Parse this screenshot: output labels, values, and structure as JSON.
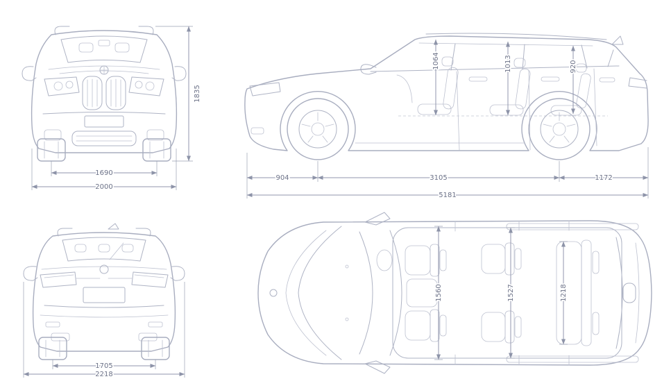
{
  "colors": {
    "body_line": "#a8adbf",
    "dimension_line": "#9096ac",
    "dimension_text": "#6b7187",
    "background": "#ffffff"
  },
  "views": {
    "front": {
      "dims": {
        "overall_height": "1835",
        "front_track": "1690",
        "overall_width": "2000"
      }
    },
    "side": {
      "dims": {
        "front_headroom": "1064",
        "middle_headroom": "1013",
        "rear_headroom": "920",
        "front_overhang": "904",
        "wheelbase": "3105",
        "rear_overhang": "1172",
        "overall_length": "5181"
      }
    },
    "rear": {
      "dims": {
        "rear_track": "1705",
        "width_incl_mirrors": "2218"
      }
    },
    "top": {
      "dims": {
        "front_shoulder_width": "1560",
        "middle_shoulder_width": "1527",
        "rear_shoulder_width": "1218"
      }
    }
  }
}
